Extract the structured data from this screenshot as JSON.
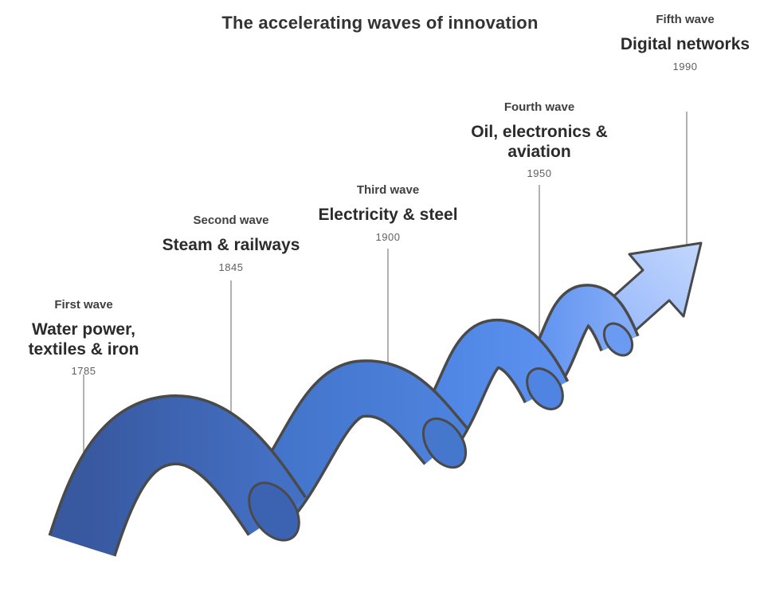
{
  "title": "The accelerating waves of innovation",
  "waves": [
    {
      "caption": "First wave",
      "title": "Water power, textiles & iron",
      "year": "1785"
    },
    {
      "caption": "Second wave",
      "title": "Steam & railways",
      "year": "1845"
    },
    {
      "caption": "Third wave",
      "title": "Electricity & steel",
      "year": "1900"
    },
    {
      "caption": "Fourth wave",
      "title": "Oil, electronics & aviation",
      "year": "1950"
    },
    {
      "caption": "Fifth wave",
      "title": "Digital networks",
      "year": "1990"
    }
  ],
  "colors": {
    "ribbon_dark": "#3a5fad",
    "ribbon_mid": "#4c80da",
    "ribbon_light": "#82aaf7",
    "arrow_light": "#bcd2fd",
    "outline": "#4a4a4a",
    "leader_line": "#999999",
    "title_text": "#333333",
    "caption_text": "#3f3f3f",
    "year_text": "#5f5f5f"
  }
}
